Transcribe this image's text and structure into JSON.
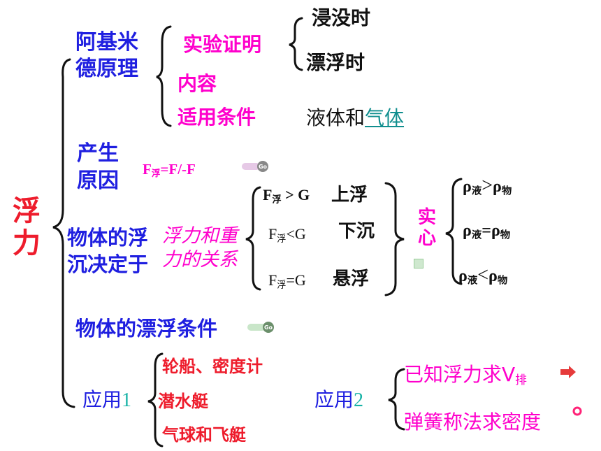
{
  "root": {
    "line1": "浮",
    "line2": "力"
  },
  "archimedes": {
    "title_line1": "阿基米",
    "title_line2": "德原理",
    "items": [
      "实验证明",
      "内容",
      "适用条件"
    ],
    "experiment_sub": [
      "浸没时",
      "漂浮时"
    ],
    "condition_value": "液体和",
    "condition_link": "气体"
  },
  "cause": {
    "title_line1": "产生",
    "title_line2": "原因",
    "formula_F": "F",
    "formula_sub": "浮",
    "formula_rest": "=F/-F",
    "go_label": "Go"
  },
  "sinkfloat": {
    "title_line1": "物体的浮",
    "title_line2": "沉决定于",
    "relation_line1": "浮力和重",
    "relation_line2": "力的关系",
    "conditions": [
      {
        "f": "F",
        "sub": "浮",
        "rel": " > G",
        "result": "上浮"
      },
      {
        "f": "F",
        "sub": "浮",
        "rel": "<G",
        "result": "下沉"
      },
      {
        "f": "F",
        "sub": "浮",
        "rel": "=G",
        "result": "悬浮"
      }
    ],
    "solid_label_line1": "实",
    "solid_label_line2": "心",
    "density": [
      {
        "rho": "ρ",
        "liq": "液",
        "rel": ">",
        "rho2": "ρ",
        "obj": "物"
      },
      {
        "rho": "ρ",
        "liq": "液",
        "rel": "=",
        "rho2": "ρ",
        "obj": "物"
      },
      {
        "rho": "ρ",
        "liq": "液",
        "rel": "<",
        "rho2": "ρ",
        "obj": "物"
      }
    ]
  },
  "floating": {
    "title": "物体的漂浮条件",
    "go_label": "Go"
  },
  "application1": {
    "title": "应用",
    "num": "1",
    "items": [
      "轮船、密度计",
      "潜水艇",
      "气球和飞艇"
    ]
  },
  "application2": {
    "title": "应用",
    "num": "2",
    "items": [
      "已知浮力求V",
      "弹簧称法求密度"
    ],
    "item1_sub": "排"
  },
  "colors": {
    "blue": "#1f1fe0",
    "magenta": "#ff00cc",
    "red": "#ee1c2c",
    "link": "#108e8e",
    "teal": "#17b3a6"
  }
}
